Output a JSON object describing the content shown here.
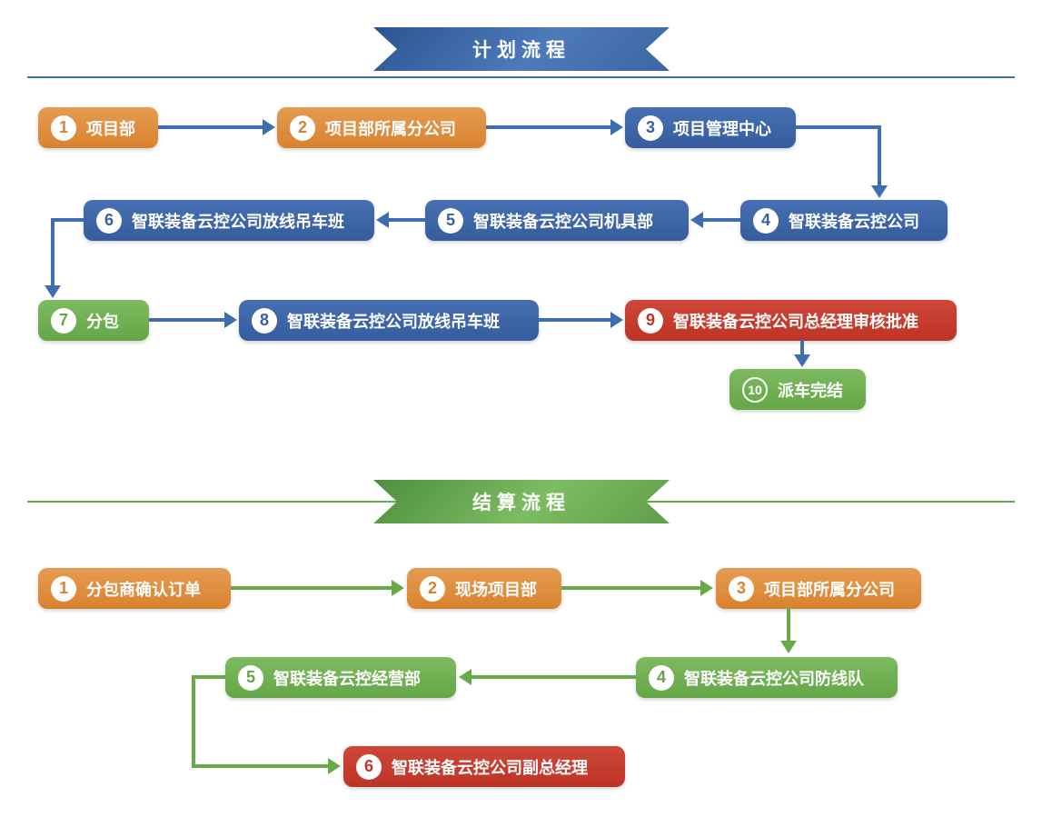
{
  "colors": {
    "orange_box": "#d9822e",
    "blue_box": "#3a63a9",
    "green_box": "#65a748",
    "red_box": "#be3427",
    "blue_arrow": "#3e6db0",
    "green_arrow": "#66ab48"
  },
  "sections": [
    {
      "banner": "计划流程",
      "nodes": [
        {
          "num": "1",
          "label": "项目部",
          "color": "orange"
        },
        {
          "num": "2",
          "label": "项目部所属分公司",
          "color": "orange"
        },
        {
          "num": "3",
          "label": "项目管理中心",
          "color": "blue"
        },
        {
          "num": "4",
          "label": "智联装备云控公司",
          "color": "blue"
        },
        {
          "num": "5",
          "label": "智联装备云控公司机具部",
          "color": "blue"
        },
        {
          "num": "6",
          "label": "智联装备云控公司放线吊车班",
          "color": "blue"
        },
        {
          "num": "7",
          "label": "分包",
          "color": "green"
        },
        {
          "num": "8",
          "label": "智联装备云控公司放线吊车班",
          "color": "blue"
        },
        {
          "num": "9",
          "label": "智联装备云控公司总经理审核批准",
          "color": "red"
        },
        {
          "num": "10",
          "label": "派车完结",
          "color": "green"
        }
      ]
    },
    {
      "banner": "结算流程",
      "nodes": [
        {
          "num": "1",
          "label": "分包商确认订单",
          "color": "orange"
        },
        {
          "num": "2",
          "label": "现场项目部",
          "color": "orange"
        },
        {
          "num": "3",
          "label": "项目部所属分公司",
          "color": "orange"
        },
        {
          "num": "4",
          "label": "智联装备云控公司防线队",
          "color": "green"
        },
        {
          "num": "5",
          "label": "智联装备云控经营部",
          "color": "green"
        },
        {
          "num": "6",
          "label": "智联装备云控公司副总经理",
          "color": "red"
        }
      ]
    }
  ]
}
